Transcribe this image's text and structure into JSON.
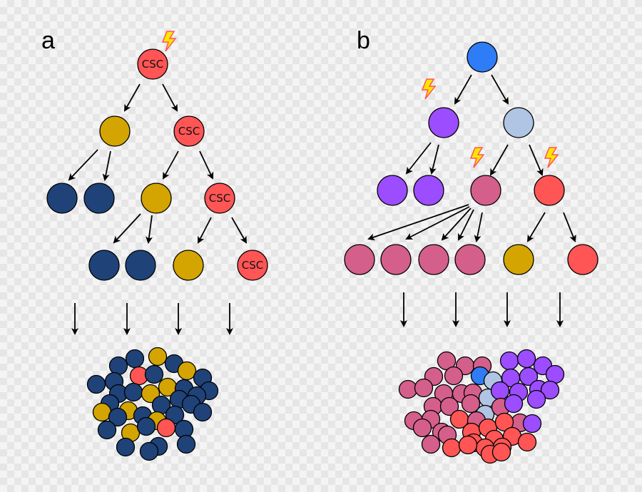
{
  "panel_a": {
    "label": "a",
    "cell_label": "CSC"
  },
  "panel_b": {
    "label": "b"
  },
  "colors": {
    "csc_red": "#ff5555",
    "dark_blue": "#1f4278",
    "gold": "#d4a500",
    "bright_blue": "#2e7cf6",
    "purple": "#9b4dff",
    "light_blue": "#b0c4e4",
    "pink": "#d45f8b",
    "lightning": "#ffe600",
    "lightning_stroke": "#ff5555"
  },
  "icons": [
    "lightning-icon",
    "arrow-icon"
  ]
}
